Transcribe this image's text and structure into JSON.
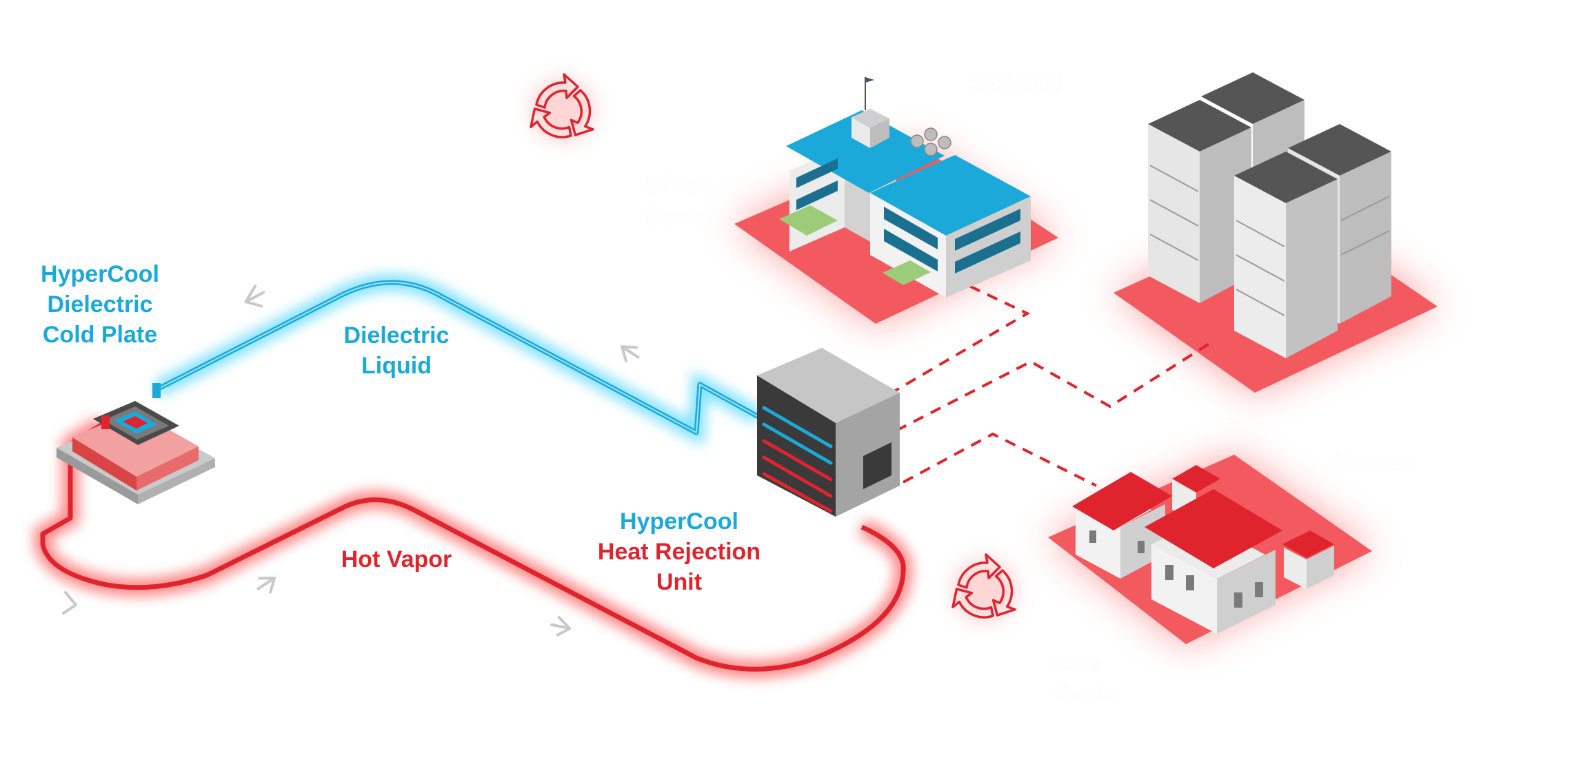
{
  "colors": {
    "accent_blue": "#1aa9d8",
    "accent_red": "#e0242e",
    "glow_blue": "#7fe3ff",
    "glow_red": "#ff7a7a"
  },
  "labels": {
    "cold_plate": [
      "HyperCool",
      "Dielectric",
      "Cold Plate"
    ],
    "dielectric_liquid": [
      "Dielectric",
      "Liquid"
    ],
    "hot_vapor": "Hot Vapor",
    "heat_rejection": {
      "brand": "HyperCool",
      "lines": [
        "Heat Rejection",
        "Unit"
      ]
    }
  },
  "faint_labels": {
    "school": "School",
    "office_a": "Office",
    "office_b": "Center",
    "homes": "Homes",
    "data_a": "Data",
    "data_b": "Center"
  },
  "icons": [
    "recycle-icon",
    "recycle-icon",
    "flow-arrow-icon"
  ]
}
